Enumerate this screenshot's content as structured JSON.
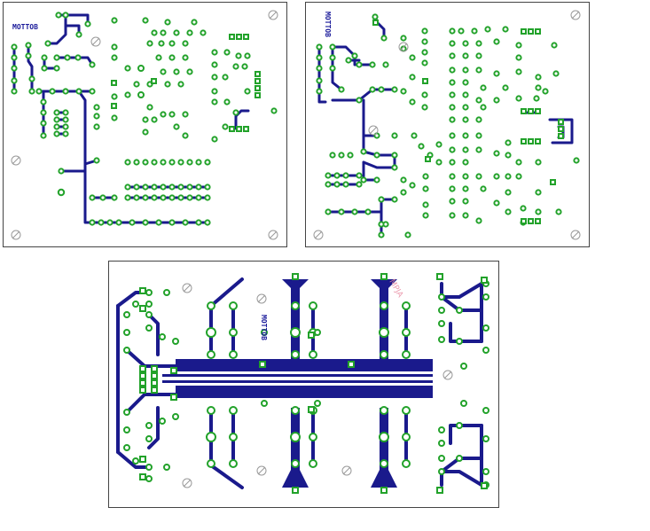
{
  "boards": [
    {
      "id": "top-left",
      "label": "MOTTOB",
      "label_rotated": false
    },
    {
      "id": "top-right",
      "label": "MOTTOB",
      "label_rotated": true
    },
    {
      "id": "bottom",
      "label": "MOTTOB",
      "label_rotated": true,
      "watermark": "MPJA"
    }
  ],
  "colors": {
    "trace": "#1a1a8c",
    "pad_ring": "#22a22a",
    "pad_hole": "#ffffff",
    "mount_hole": "#999999",
    "board_bg": "#ffffff",
    "border": "#444444",
    "watermark": "#e88aa0"
  }
}
